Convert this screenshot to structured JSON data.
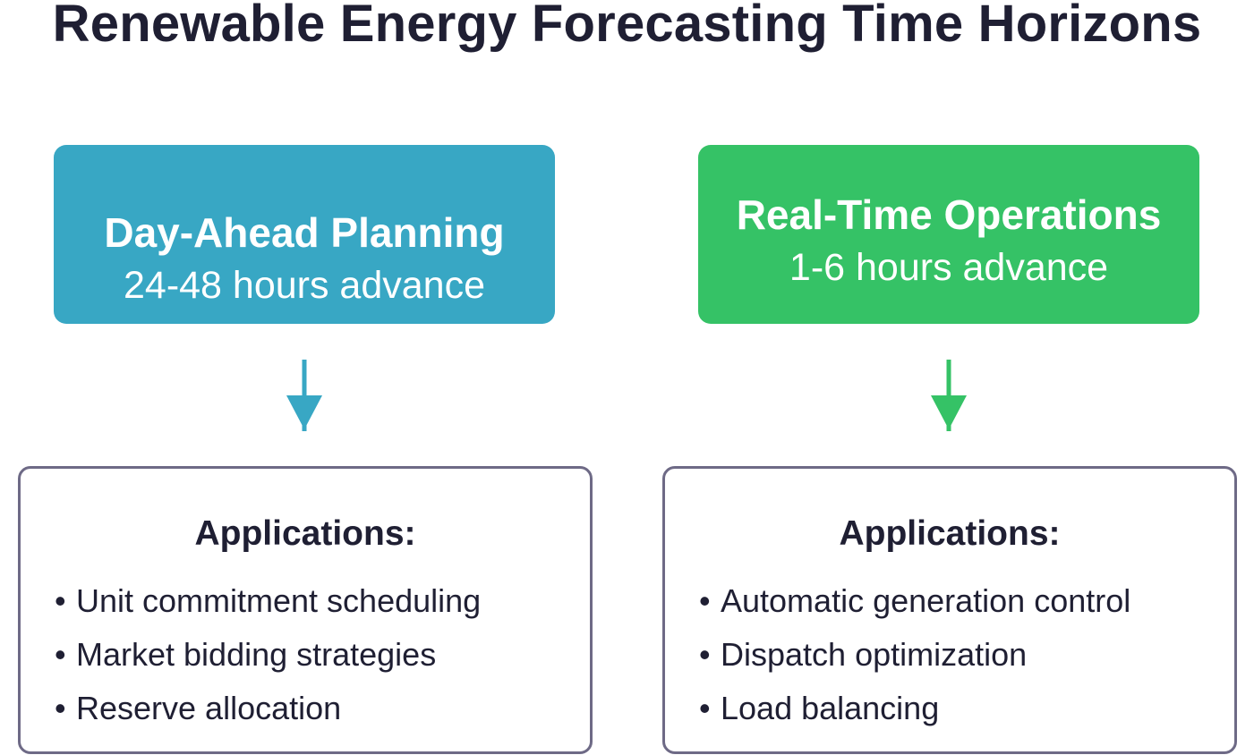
{
  "title": "Renewable Energy Forecasting Time Horizons",
  "colors": {
    "day_ahead": "#38a7c4",
    "real_time": "#35c266",
    "text": "#1f1f33",
    "app_border": "#6e6a86"
  },
  "columns": [
    {
      "title": "Day-Ahead Planning",
      "subtitle": "24-48 hours advance",
      "applications_heading": "Applications:",
      "applications": [
        "Unit commitment scheduling",
        "Market bidding strategies",
        "Reserve allocation"
      ]
    },
    {
      "title": "Real-Time Operations",
      "subtitle": "1-6 hours advance",
      "applications_heading": "Applications:",
      "applications": [
        "Automatic generation control",
        "Dispatch optimization",
        "Load balancing"
      ]
    }
  ]
}
